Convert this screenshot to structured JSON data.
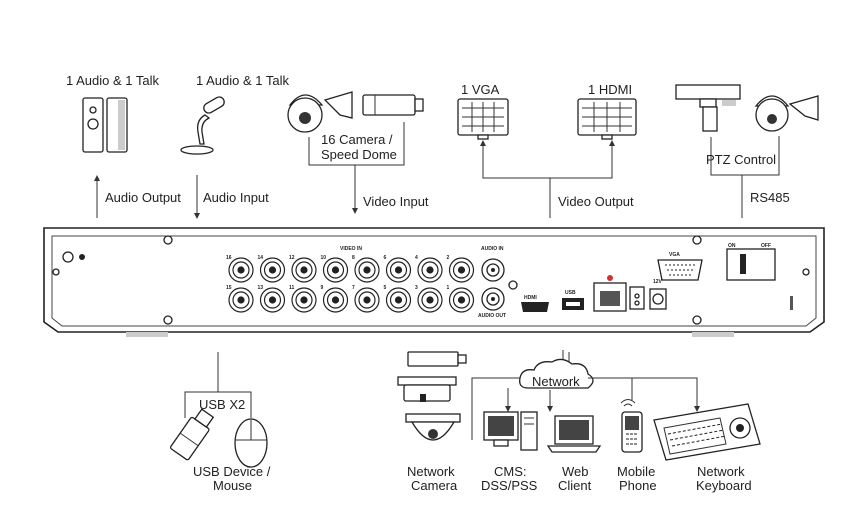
{
  "top": {
    "audio_out_device": "1 Audio  & 1 Talk",
    "audio_in_device": "1 Audio & 1 Talk",
    "camera_line1": "16  Camera /",
    "camera_line2": "Speed Dome",
    "vga": "1 VGA",
    "hdmi": "1 HDMI",
    "ptz": "PTZ Control"
  },
  "connections": {
    "audio_output": "Audio  Output",
    "audio_input": "Audio  Input",
    "video_input": "Video Input",
    "video_output": "Video Output",
    "rs485": "RS485"
  },
  "panel": {
    "video_in": "VIDEO IN",
    "audio_in": "AUDIO IN",
    "audio_out": "AUDIO OUT",
    "hdmi_port": "HDMI",
    "vga_port": "VGA",
    "power_12v": "12V",
    "switch_on": "ON",
    "switch_off": "OFF",
    "bnc_top": [
      "16",
      "14",
      "12",
      "10",
      "8",
      "6",
      "4",
      "2"
    ],
    "bnc_bottom": [
      "15",
      "13",
      "11",
      "9",
      "7",
      "5",
      "3",
      "1"
    ]
  },
  "bottom": {
    "usb": "USB X2",
    "usb_device_line1": "USB Device /",
    "usb_device_line2": "Mouse",
    "network": "Network",
    "net_camera_line1": "Network",
    "net_camera_line2": "Camera",
    "cms_line1": "CMS:",
    "cms_line2": "DSS/PSS",
    "web_line1": "Web",
    "web_line2": "Client",
    "phone_line1": "Mobile",
    "phone_line2": "Phone",
    "keyboard_line1": "Network",
    "keyboard_line2": "Keyboard"
  },
  "icons": [
    "speaker-icon",
    "microphone-icon",
    "speed-dome-icon",
    "box-camera-icon",
    "monitor-icon",
    "ptz-camera-icon",
    "usb-stick-icon",
    "mouse-icon",
    "cloud-icon",
    "network-camera-icon",
    "dome-camera-icon",
    "desktop-pc-icon",
    "laptop-icon",
    "mobile-phone-icon",
    "keyboard-icon"
  ]
}
